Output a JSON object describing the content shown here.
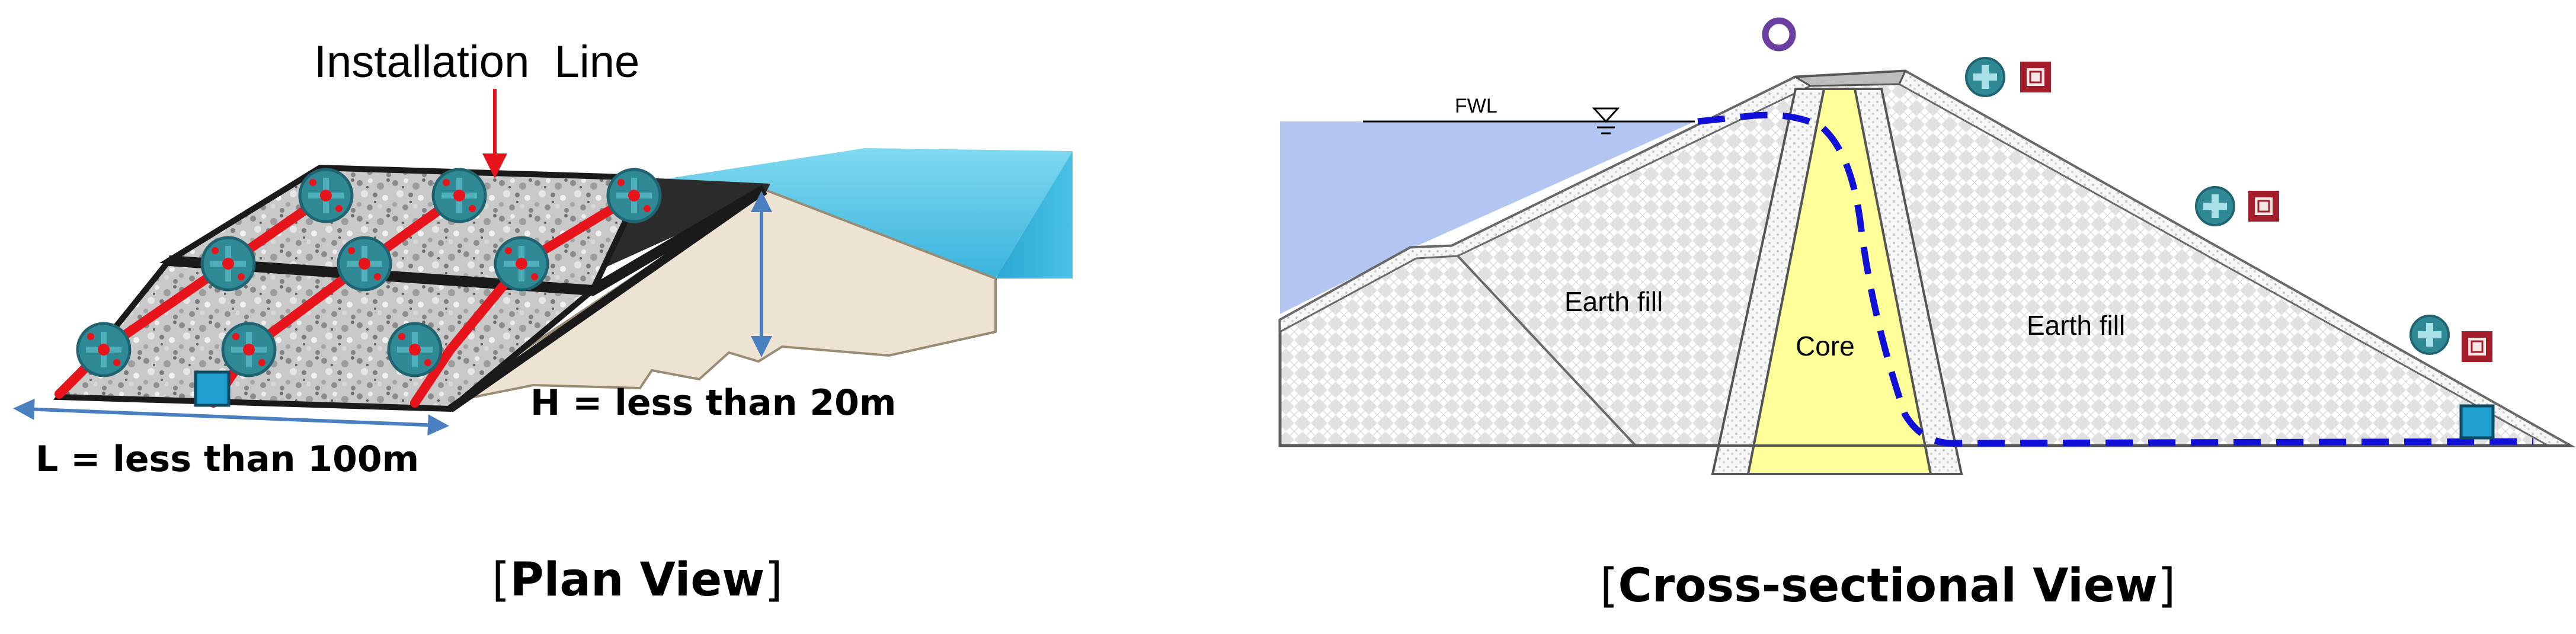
{
  "plan_view": {
    "installation_line_label": "Installation  Line",
    "length_label": "L = less than 100m",
    "height_label": "H = less than 20m",
    "caption_open": "[",
    "caption_bold": "Plan View",
    "caption_close": "]"
  },
  "cross_section": {
    "fwl_label": "FWL",
    "earth_fill_left_label": "Earth fill",
    "earth_fill_right_label": "Earth fill",
    "core_label": "Core",
    "caption_open": "[",
    "caption_bold": "Cross-sectional View",
    "caption_close": "]"
  },
  "colors": {
    "water": "#5bc8e8",
    "reservoir": "#b3c6f2",
    "core": "#ffff99",
    "sensor_line": "#e8141c",
    "phreatic_line": "#1010d8",
    "sensor_node": "#2f8a96",
    "gauge_square": "#1e9fd0",
    "marker_red": "#a31d2a",
    "marker_purple": "#6b3fa0",
    "soil": "#ece3d3"
  },
  "icons": [
    "sensor-node-icon",
    "gauge-square-icon",
    "settlement-marker-icon",
    "survey-point-icon",
    "water-level-triangle-icon"
  ]
}
